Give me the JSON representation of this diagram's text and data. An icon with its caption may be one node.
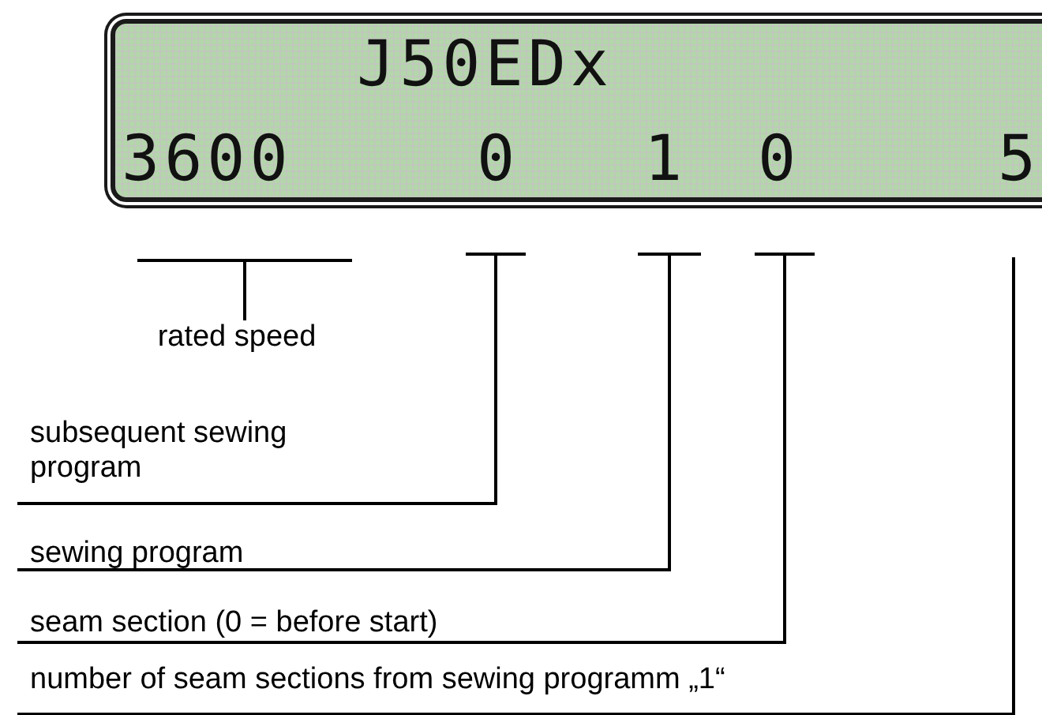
{
  "diagram": {
    "nodes": [
      {
        "text": [
          "J50EDx",
          "3600",
          "0",
          "1",
          "0",
          "5"
        ]
      },
      {
        "text": [
          "rated speed"
        ]
      },
      {
        "text": [
          "subsequent sewing program"
        ]
      },
      {
        "text": [
          "sewing program"
        ]
      },
      {
        "text": [
          "seam section (0 = before start)"
        ]
      },
      {
        "text": [
          "number of seam sections from sewing programm „1“"
        ]
      }
    ],
    "edges": [
      {
        "from": 1,
        "to": null,
        "arrow": "other"
      },
      {
        "from": 2,
        "to": null,
        "arrow": "other"
      },
      {
        "from": 3,
        "to": null,
        "arrow": "other"
      },
      {
        "from": 4,
        "to": null,
        "arrow": "other"
      },
      {
        "from": 5,
        "to": null,
        "arrow": "none"
      }
    ]
  }
}
